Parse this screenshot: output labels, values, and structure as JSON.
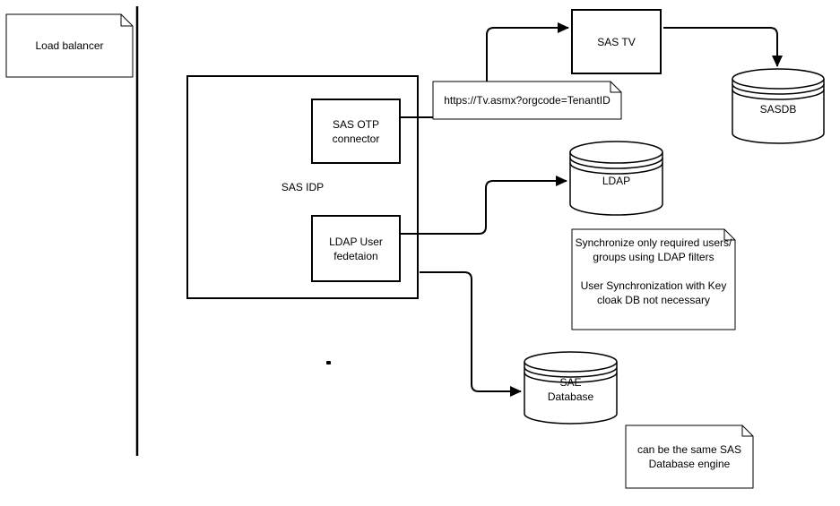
{
  "nodes": {
    "load_balancer": "Load balancer",
    "sas_idp": "SAS IDP",
    "sas_otp_connector": "SAS OTP\nconnector",
    "ldap_user_federation": "LDAP User\nfedetaion",
    "sas_tv": "SAS TV",
    "sasdb": "SASDB",
    "ldap": "LDAP",
    "sae_database": "SAE\nDatabase"
  },
  "notes": {
    "tenant_url": "https://Tv.asmx?orgcode=TenantID",
    "sync": "Synchronize only required users/\ngroups using LDAP filters\n\nUser Synchronization with Key\ncloak DB not necessary",
    "same_engine": "can be the same SAS\nDatabase engine"
  },
  "colors": {
    "stroke": "#000000",
    "fill": "#ffffff"
  }
}
